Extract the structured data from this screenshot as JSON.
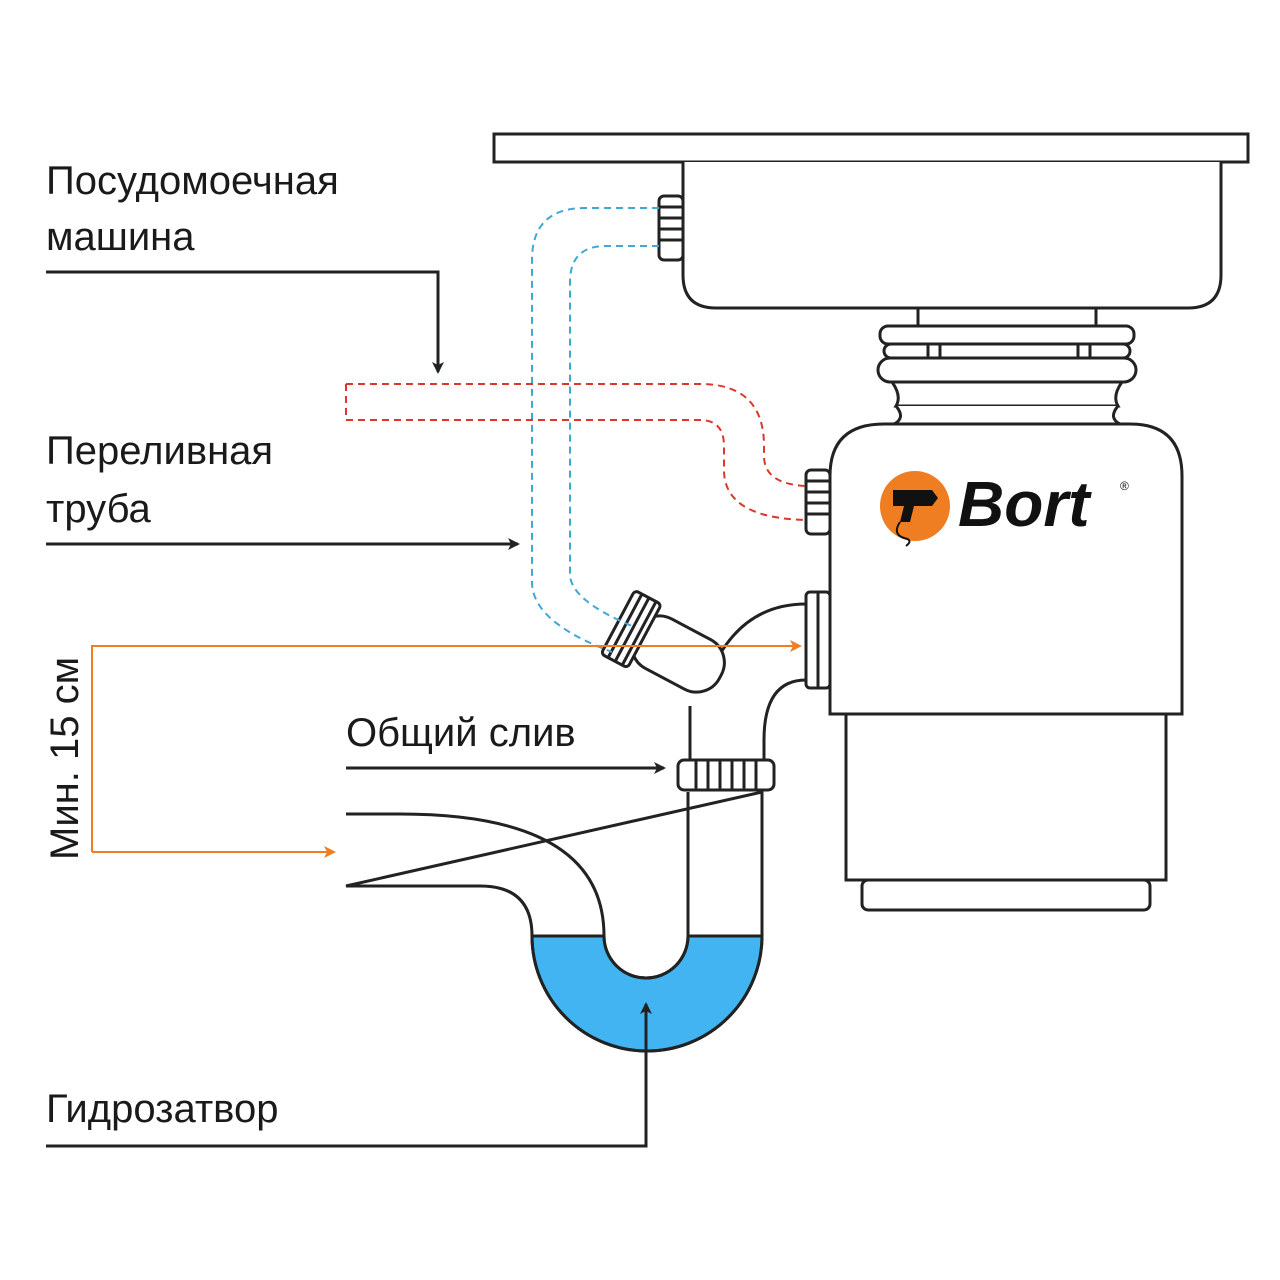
{
  "labels": {
    "dishwasher_line1": "Посудомоечная",
    "dishwasher_line2": "машина",
    "overflow_line1": "Переливная",
    "overflow_line2": "труба",
    "min_height": "Мин. 15 см",
    "common_drain": "Общий слив",
    "water_seal": "Гидрозатвор"
  },
  "brand": {
    "name": "Bort",
    "registered": "®"
  },
  "colors": {
    "outline": "#222222",
    "dishwasher_hose": "#3fa9d6",
    "overflow_pipe": "#d9382a",
    "dimension_arrow": "#ef7d22",
    "water": "#42b4f2",
    "logo_circle": "#ef7d22"
  }
}
